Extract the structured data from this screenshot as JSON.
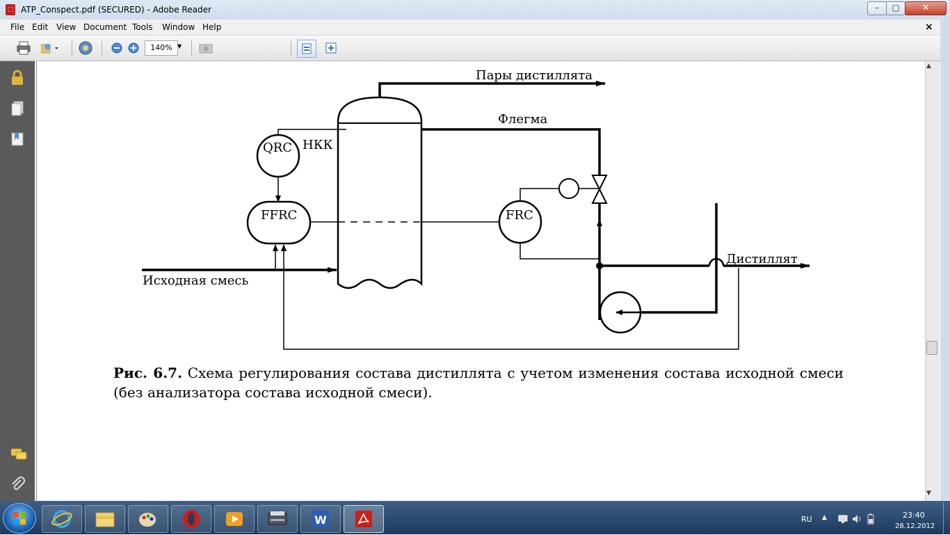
{
  "window": {
    "title": "ATP_Conspect.pdf (SECURED) - Adobe Reader",
    "doc_close": "×"
  },
  "menu": [
    "File",
    "Edit",
    "View",
    "Document",
    "Tools",
    "Window",
    "Help"
  ],
  "toolbar": {
    "zoom": "140%",
    "icons": [
      "print-icon",
      "share-icon",
      "collaborate-icon",
      "zoom-out-icon",
      "zoom-in-icon",
      "snapshot-icon",
      "fit-width-icon",
      "fit-page-icon"
    ]
  },
  "leftnav": {
    "icons": [
      "lock-icon",
      "pages-icon",
      "bookmarks-icon",
      "comments-icon",
      "attachments-icon"
    ]
  },
  "diagram": {
    "labels": {
      "vapors": "Пары дистиллята",
      "reflux": "Флегма",
      "qrc": "QRC",
      "hkk": "НКК",
      "ffrc": "FFRC",
      "frc": "FRC",
      "feed": "Исходная смесь",
      "distillate": "Дистиллят"
    }
  },
  "caption": {
    "fig": "Рис. 6.7.",
    "text": " Схема регулирования состава дистиллята с учетом изменения состава исходной смеси (без анализатора состава исходной смеси)."
  },
  "taskbar": {
    "apps": [
      "internet-explorer-icon",
      "explorer-folder-icon",
      "paint-icon",
      "opera-icon",
      "media-player-icon",
      "scanner-icon",
      "word-icon",
      "adobe-reader-icon"
    ],
    "lang": "RU",
    "time": "23:40",
    "date": "28.12.2012"
  },
  "colors": {
    "titlebar": "#dfe9f5",
    "taskbar": "#1e3a5c",
    "leftnav": "#5a5a5a"
  }
}
